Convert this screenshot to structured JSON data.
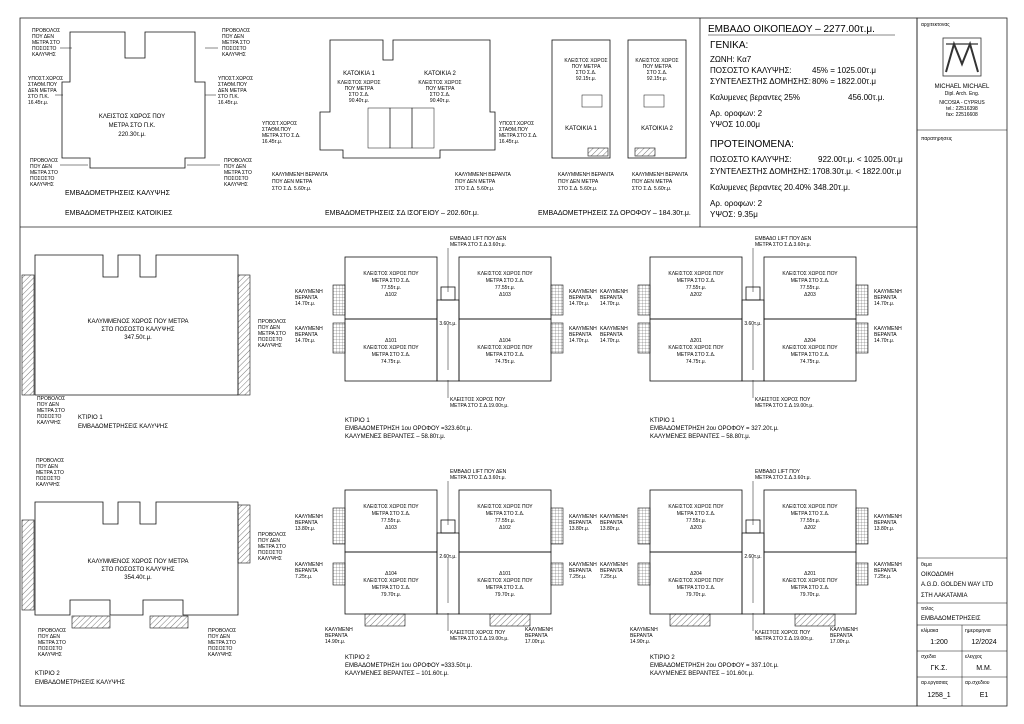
{
  "summary": {
    "plot_area": "ΕΜΒΑΔΟ ΟΙΚΟΠΕΔΟΥ – 2277.00τ.μ.",
    "general_heading": "ΓΕΝΙΚΑ:",
    "zone": "ΖΩΝΗ: Κα7",
    "coverage_label": "ΠΟΣΟΣΤΟ ΚΑΛΥΨΗΣ:",
    "coverage_value": "45% = 1025.00τ.μ",
    "density_label": "ΣΥΝΤΕΛΕΣΤΗΣ ΔΟΜΗΣΗΣ:",
    "density_value": "80% = 1822.00τ.μ",
    "verandas_label": "Καλυμενες βεραντες 25%",
    "verandas_value": "456.00τ.μ.",
    "floors": "Αρ. ορoφων: 2",
    "height": "ΥΨΟΣ 10.00μ",
    "proposed_heading": "ΠΡΟΤΕΙΝΟΜΕΝΑ:",
    "p_coverage_label": "ΠΟΣΟΣΤΟ ΚΑΛΥΨΗΣ:",
    "p_coverage_value": "922.00τ.μ. < 1025.00τ.μ",
    "p_density_label": "ΣΥΝΤΕΛΕΣΤΗΣ ΔΟΜΗΣΗΣ:",
    "p_density_value": "1708.30τ.μ. < 1822.00τ.μ",
    "p_verandas": "Καλυμενες βεραντες 20.40%   348.20τ.μ.",
    "p_floors": "Αρ. ορoφων: 2",
    "p_height": "ΥΨΟΣ: 9.35μ"
  },
  "titleblock": {
    "architect_label": "αρχιτεκτονας",
    "architect_name": "MICHAEL MICHAEL",
    "architect_sub": "Dipl. Arch. Eng.",
    "architect_info1": "NICOSIA - CYPRUS",
    "architect_info2": "tel.: 22516398",
    "architect_info3": "fax: 22516608",
    "notes_label": "παρατηρησεις",
    "project_label": "θεμα",
    "project_line1": "ΟΙΚΟΔΟΜΗ",
    "project_line2": "A.G.D. GOLDEN WAY LTD",
    "project_line3": "ΣΤΗ ΛΑΚΑΤΑΜΙΑ",
    "title_label": "τιτλος",
    "title_value": "ΕΜΒΑΔΟΜΕΤΡΗΣΕΙΣ",
    "scale_label": "κλίμακα",
    "scale_value": "1:200",
    "date_label": "ημερομηνια",
    "date_value": "12/2024",
    "drawn_label": "σχεδια",
    "drawn_value": "ΓΚ.Σ.",
    "checked_label": "ελεγχος",
    "checked_value": "M.M.",
    "job_label": "αρ.εργασιας",
    "job_value": "1258_1",
    "sheet_label": "αρ.σχεδιου",
    "sheet_value": "E1"
  },
  "top": {
    "cov_title": "ΕΜΒΑΔΟΜΕΤΡΗΣΕΙΣ ΚΑΛΥΨΗΣ",
    "houses_title": "ΕΜΒΑΔΟΜΕΤΡΗΣΕΙΣ ΚΑΤΟΙΚΙΕΣ",
    "cov_center": [
      "ΚΛΕΙΣΤΟΣ ΧΩΡΟΣ ΠΟΥ",
      "ΜΕΤΡΑ ΣΤΟ Π.Κ.",
      "220.30τ.μ."
    ],
    "proj_tl": [
      "ΠΡΟΒΟΛΟΣ",
      "ΠΟΥ ΔΕΝ",
      "ΜΕΤΡΑ ΣΤΟ",
      "ΠΟΣΟΣΤΟ",
      "ΚΑΛΥΨΗΣ"
    ],
    "proj_tr": [
      "ΠΡΟΒΟΛΟΣ",
      "ΠΟΥ ΔΕΝ",
      "ΜΕΤΡΑ ΣΤΟ",
      "ΠΟΣΟΣΤΟ",
      "ΚΑΛΥΨΗΣ"
    ],
    "park_l": [
      "ΥΠΟΣΤ.ΧΩΡΟΣ",
      "ΣΤΑΘΜ.ΠΟΥ",
      "ΔΕΝ ΜΕΤΡΑ",
      "ΣΤΟ Π.Κ.",
      "16.45τ.μ."
    ],
    "park_r": [
      "ΥΠΟΣΤ.ΧΩΡΟΣ",
      "ΣΤΑΘΜ.ΠΟΥ",
      "ΔΕΝ ΜΕΤΡΑ",
      "ΣΤΟ Π.Κ.",
      "16.45τ.μ."
    ],
    "proj_bl": [
      "ΠΡΟΒΟΛΟΣ",
      "ΠΟΥ ΔΕΝ",
      "ΜΕΤΡΑ ΣΤΟ",
      "ΠΟΣΟΣΤΟ",
      "ΚΑΛΥΨΗΣ"
    ],
    "proj_br": [
      "ΠΡΟΒΟΛΟΣ",
      "ΠΟΥ ΔΕΝ",
      "ΜΕΤΡΑ ΣΤΟ",
      "ΠΟΣΟΣΤΟ",
      "ΚΑΛΥΨΗΣ"
    ],
    "ground_title": "ΕΜΒΑΔΟΜΕΤΡΗΣΕΙΣ ΣΔ ΙΣΟΓΕΙΟΥ – 202.60τ.μ.",
    "house1": [
      "ΚΑΤΟΙΚΙΑ 1",
      "ΚΛΕΙΣΤΟΣ ΧΩΡΟΣ",
      "ΠΟΥ ΜΕΤΡΑ",
      "ΣΤΟ Σ.Δ.",
      "90.40τ.μ."
    ],
    "house2": [
      "ΚΑΤΟΙΚΙΑ 2",
      "ΚΛΕΙΣΤΟΣ ΧΩΡΟΣ",
      "ΠΟΥ ΜΕΤΡΑ",
      "ΣΤΟ Σ.Δ.",
      "90.40τ.μ."
    ],
    "gpark_l": [
      "ΥΠΟΣΤ.ΧΩΡΟΣ",
      "ΣΤΑΘΜ.ΠΟΥ",
      "ΜΕΤΡΑ ΣΤΟ Σ.Δ.",
      "16.45τ.μ."
    ],
    "gpark_r": [
      "ΥΠΟΣΤ.ΧΩΡΟΣ",
      "ΣΤΑΘΜ.ΠΟΥ",
      "ΜΕΤΡΑ ΣΤΟ Σ.Δ.",
      "16.45τ.μ."
    ],
    "gver_l": [
      "ΚΑΛΥΜΜΕΝΗ ΒΕΡΑΝΤΑ",
      "ΠΟΥ ΔΕΝ ΜΕΤΡΑ",
      "ΣΤΟ Σ.Δ. 5.60τ.μ."
    ],
    "gver_r": [
      "ΚΑΛΥΜΜΕΝΗ ΒΕΡΑΝΤΑ",
      "ΠΟΥ ΔΕΝ ΜΕΤΡΑ",
      "ΣΤΟ Σ.Δ. 5.60τ.μ."
    ],
    "upper_title": "ΕΜΒΑΔΟΜΕΤΡΗΣΕΙΣ ΣΔ ΟΡΟΦΟΥ – 184.30τ.μ.",
    "up1": [
      "ΚΛΕΙΣΤΟΣ ΧΩΡΟΣ",
      "ΠΟΥ ΜΕΤΡΑ",
      "ΣΤΟ Σ.Δ.",
      "92.15τ.μ."
    ],
    "up2": [
      "ΚΛΕΙΣΤΟΣ ΧΩΡΟΣ",
      "ΠΟΥ ΜΕΤΡΑ",
      "ΣΤΟ Σ.Δ.",
      "92.15τ.μ."
    ],
    "up_house1": "ΚΑΤΟΙΚΙΑ 1",
    "up_house2": "ΚΑΤΟΙΚΙΑ 2",
    "uver_l": [
      "ΚΑΛΥΜΜΕΝΗ ΒΕΡΑΝΤΑ",
      "ΠΟΥ ΔΕΝ ΜΕΤΡΑ",
      "ΣΤΟ Σ.Δ. 5.60τ.μ."
    ],
    "uver_r": [
      "ΚΑΛΥΜΜΕΝΗ ΒΕΡΑΝΤΑ",
      "ΠΟΥ ΔΕΝ ΜΕΤΡΑ",
      "ΣΤΟ Σ.Δ. 5.60τ.μ."
    ]
  },
  "b1": {
    "cov_center": [
      "ΚΑΛΥΜΜΕΝΟΣ ΧΩΡΟΣ ΠΟΥ ΜΕΤΡΑ",
      "ΣΤΟ ΠΟΣΟΣΤΟ ΚΑΛΥΨΗΣ",
      "347.50τ.μ."
    ],
    "cov_proj_r": [
      "ΠΡΟΒΟΛΟΣ",
      "ΠΟΥ ΔΕΝ",
      "ΜΕΤΡΑ ΣΤΟ",
      "ΠΟΣΟΣΤΟ",
      "ΚΑΛΥΨΗΣ"
    ],
    "cov_proj_bl": [
      "ΠΡΟΒΟΛΟΣ",
      "ΠΟΥ ΔΕΝ",
      "ΜΕΤΡΑ ΣΤΟ",
      "ΠΟΣΟΣΤΟ",
      "ΚΑΛΥΨΗΣ"
    ],
    "cov_caption": [
      "ΚΤΙΡΙΟ 1",
      "ΕΜΒΑΔΟΜΕΤΡΗΣΕΙΣ ΚΑΛΥΨΗΣ"
    ],
    "f1": {
      "lift": [
        "ΕΜΒΑΔΟ LIFT ΠΟΥ ΔΕΝ",
        "ΜΕΤΡΑ ΣΤΟ Σ.Δ.3.60τ.μ."
      ],
      "tl": [
        "ΚΛΕΙΣΤΟΣ ΧΩΡΟΣ ΠΟΥ",
        "ΜΕΤΡΑ ΣΤΟ Σ.Δ.",
        "77.55τ.μ.",
        "Δ102"
      ],
      "tr": [
        "ΚΛΕΙΣΤΟΣ ΧΩΡΟΣ ΠΟΥ",
        "ΜΕΤΡΑ ΣΤΟ Σ.Δ.",
        "77.55τ.μ.",
        "Δ103"
      ],
      "bl": [
        "Δ101",
        "ΚΛΕΙΣΤΟΣ ΧΩΡΟΣ ΠΟΥ",
        "ΜΕΤΡΑ ΣΤΟ Σ.Δ.",
        "74.75τ.μ."
      ],
      "br": [
        "Δ104",
        "ΚΛΕΙΣΤΟΣ ΧΩΡΟΣ ΠΟΥ",
        "ΜΕΤΡΑ ΣΤΟ Σ.Δ.",
        "74.75τ.μ."
      ],
      "ver_tl": [
        "ΚΑΛΥΜΕΝΗ",
        "ΒΕΡΑΝΤΑ",
        "14.70τ.μ."
      ],
      "ver_bl": [
        "ΚΑΛΥΜΕΝΗ",
        "ΒΕΡΑΝΤΑ",
        "14.70τ.μ."
      ],
      "ver_tr": [
        "ΚΑΛΥΜΕΝΗ",
        "ΒΕΡΑΝΤΑ",
        "14.70τ.μ."
      ],
      "ver_br": [
        "ΚΑΛΥΜΕΝΗ",
        "ΒΕΡΑΝΤΑ",
        "14.70τ.μ."
      ],
      "stair": "3.60τ.μ.",
      "bottom": [
        "ΚΛΕΙΣΤΟΣ ΧΩΡΟΣ ΠΟΥ",
        "ΜΕΤΡΑ ΣΤΟ Σ.Δ.19.00τ.μ."
      ],
      "caption": [
        "ΚΤΙΡΙΟ 1",
        "ΕΜΒΑΔΟΜΕΤΡΗΣΗ 1ου ΟΡΟΦΟΥ =323.60τ.μ.",
        "ΚΑΛΥΜΕΝΕΣ ΒΕΡΑΝΤΕΣ – 58.80τ.μ."
      ]
    },
    "f2": {
      "lift": [
        "ΕΜΒΑΔΟ LIFT ΠΟΥ ΔΕΝ",
        "ΜΕΤΡΑ ΣΤΟ Σ.Δ.3.60τ.μ."
      ],
      "tl": [
        "ΚΛΕΙΣΤΟΣ ΧΩΡΟΣ ΠΟΥ",
        "ΜΕΤΡΑ ΣΤΟ Σ.Δ.",
        "77.55τ.μ.",
        "Δ202"
      ],
      "tr": [
        "ΚΛΕΙΣΤΟΣ ΧΩΡΟΣ ΠΟΥ",
        "ΜΕΤΡΑ ΣΤΟ Σ.Δ.",
        "77.55τ.μ.",
        "Δ203"
      ],
      "bl": [
        "Δ201",
        "ΚΛΕΙΣΤΟΣ ΧΩΡΟΣ ΠΟΥ",
        "ΜΕΤΡΑ ΣΤΟ Σ.Δ.",
        "74.75τ.μ."
      ],
      "br": [
        "Δ204",
        "ΚΛΕΙΣΤΟΣ ΧΩΡΟΣ ΠΟΥ",
        "ΜΕΤΡΑ ΣΤΟ Σ.Δ.",
        "74.75τ.μ."
      ],
      "ver_tl": [
        "ΚΑΛΥΜΕΝΗ",
        "ΒΕΡΑΝΤΑ",
        "14.70τ.μ."
      ],
      "ver_bl": [
        "ΚΑΛΥΜΕΝΗ",
        "ΒΕΡΑΝΤΑ",
        "14.70τ.μ."
      ],
      "ver_tr": [
        "ΚΑΛΥΜΕΝΗ",
        "ΒΕΡΑΝΤΑ",
        "14.70τ.μ."
      ],
      "ver_br": [
        "ΚΑΛΥΜΕΝΗ",
        "ΒΕΡΑΝΤΑ",
        "14.70τ.μ."
      ],
      "stair": "3.60τ.μ.",
      "bottom": [
        "ΚΛΕΙΣΤΟΣ ΧΩΡΟΣ ΠΟΥ",
        "ΜΕΤΡΑ ΣΤΟ Σ.Δ.19.00τ.μ."
      ],
      "caption": [
        "ΚΤΙΡΙΟ 1",
        "ΕΜΒΑΔΟΜΕΤΡΗΣΗ 2ου ΟΡΟΦΟΥ = 327.20τ.μ.",
        "ΚΑΛΥΜΕΝΕΣ ΒΕΡΑΝΤΕΣ – 58.80τ.μ."
      ]
    }
  },
  "b2": {
    "cov_center": [
      "ΚΑΛΥΜΜΕΝΟΣ ΧΩΡΟΣ ΠΟΥ ΜΕΤΡΑ",
      "ΣΤΟ ΠΟΣΟΣΤΟ ΚΑΛΥΨΗΣ",
      "354.40τ.μ."
    ],
    "cov_proj_tl": [
      "ΠΡΟΒΟΛΟΣ",
      "ΠΟΥ ΔΕΝ",
      "ΜΕΤΡΑ ΣΤΟ",
      "ΠΟΣΟΣΤΟ",
      "ΚΑΛΥΨΗΣ"
    ],
    "cov_proj_r": [
      "ΠΡΟΒΟΛΟΣ",
      "ΠΟΥ ΔΕΝ",
      "ΜΕΤΡΑ ΣΤΟ",
      "ΠΟΣΟΣΤΟ",
      "ΚΑΛΥΨΗΣ"
    ],
    "cov_proj_bl": [
      "ΠΡΟΒΟΛΟΣ",
      "ΠΟΥ ΔΕΝ",
      "ΜΕΤΡΑ ΣΤΟ",
      "ΠΟΣΟΣΤΟ",
      "ΚΑΛΥΨΗΣ"
    ],
    "cov_proj_br": [
      "ΠΡΟΒΟΛΟΣ",
      "ΠΟΥ ΔΕΝ",
      "ΜΕΤΡΑ ΣΤΟ",
      "ΠΟΣΟΣΤΟ",
      "ΚΑΛΥΨΗΣ"
    ],
    "cov_caption": [
      "ΚΤΙΡΙΟ 2",
      "ΕΜΒΑΔΟΜΕΤΡΗΣΕΙΣ ΚΑΛΥΨΗΣ"
    ],
    "f1": {
      "lift": [
        "ΕΜΒΑΔΟ LIFT ΠΟΥ ΔΕΝ",
        "ΜΕΤΡΑ ΣΤΟ Σ.Δ.3.60τ.μ."
      ],
      "tl": [
        "ΚΛΕΙΣΤΟΣ ΧΩΡΟΣ ΠΟΥ",
        "ΜΕΤΡΑ ΣΤΟ Σ.Δ.",
        "77.55τ.μ.",
        "Δ103"
      ],
      "tr": [
        "ΚΛΕΙΣΤΟΣ ΧΩΡΟΣ ΠΟΥ",
        "ΜΕΤΡΑ ΣΤΟ Σ.Δ.",
        "77.55τ.μ.",
        "Δ102"
      ],
      "bl": [
        "Δ104",
        "ΚΛΕΙΣΤΟΣ ΧΩΡΟΣ ΠΟΥ",
        "ΜΕΤΡΑ ΣΤΟ Σ.Δ.",
        "79.70τ.μ."
      ],
      "br": [
        "Δ101",
        "ΚΛΕΙΣΤΟΣ ΧΩΡΟΣ ΠΟΥ",
        "ΜΕΤΡΑ ΣΤΟ Σ.Δ.",
        "79.70τ.μ."
      ],
      "ver_tl": [
        "ΚΑΛΥΜΕΝΗ",
        "ΒΕΡΑΝΤΑ",
        "13.80τ.μ."
      ],
      "ver_ml": [
        "ΚΑΛΥΜΕΝΗ",
        "ΒΕΡΑΝΤΑ",
        "7.25τ.μ."
      ],
      "ver_tr": [
        "ΚΑΛΥΜΕΝΗ",
        "ΒΕΡΑΝΤΑ",
        "13.80τ.μ."
      ],
      "ver_mr": [
        "ΚΑΛΥΜΕΝΗ",
        "ΒΕΡΑΝΤΑ",
        "7.25τ.μ."
      ],
      "ver_bl": [
        "ΚΑΛΥΜΕΝΗ",
        "ΒΕΡΑΝΤΑ",
        "14.90τ.μ."
      ],
      "ver_br": [
        "ΚΑΛΥΜΕΝΗ",
        "ΒΕΡΑΝΤΑ",
        "17.00τ.μ."
      ],
      "stair": "2.60τ.μ.",
      "bottom": [
        "ΚΛΕΙΣΤΟΣ ΧΩΡΟΣ ΠΟΥ",
        "ΜΕΤΡΑ ΣΤΟ Σ.Δ.19.00τ.μ."
      ],
      "caption": [
        "ΚΤΙΡΙΟ 2",
        "ΕΜΒΑΔΟΜΕΤΡΗΣΗ 1ου ΟΡΟΦΟΥ =333.50τ.μ.",
        "ΚΑΛΥΜΕΝΕΣ ΒΕΡΑΝΤΕΣ – 101.60τ.μ."
      ]
    },
    "f2": {
      "lift": [
        "ΕΜΒΑΔΟ LIFT ΠΟΥ",
        "ΜΕΤΡΑ ΣΤΟ Σ.Δ.3.60τ.μ."
      ],
      "tl": [
        "ΚΛΕΙΣΤΟΣ ΧΩΡΟΣ ΠΟΥ",
        "ΜΕΤΡΑ ΣΤΟ Σ.Δ.",
        "77.55τ.μ.",
        "Δ203"
      ],
      "tr": [
        "ΚΛΕΙΣΤΟΣ ΧΩΡΟΣ ΠΟΥ",
        "ΜΕΤΡΑ ΣΤΟ Σ.Δ.",
        "77.55τ.μ.",
        "Δ202"
      ],
      "bl": [
        "Δ204",
        "ΚΛΕΙΣΤΟΣ ΧΩΡΟΣ ΠΟΥ",
        "ΜΕΤΡΑ ΣΤΟ Σ.Δ.",
        "79.70τ.μ."
      ],
      "br": [
        "Δ201",
        "ΚΛΕΙΣΤΟΣ ΧΩΡΟΣ ΠΟΥ",
        "ΜΕΤΡΑ ΣΤΟ Σ.Δ.",
        "79.70τ.μ."
      ],
      "ver_tl": [
        "ΚΑΛΥΜΕΝΗ",
        "ΒΕΡΑΝΤΑ",
        "13.80τ.μ."
      ],
      "ver_ml": [
        "ΚΑΛΥΜΕΝΗ",
        "ΒΕΡΑΝΤΑ",
        "7.25τ.μ."
      ],
      "ver_tr": [
        "ΚΑΛΥΜΕΝΗ",
        "ΒΕΡΑΝΤΑ",
        "13.80τ.μ."
      ],
      "ver_mr": [
        "ΚΑΛΥΜΕΝΗ",
        "ΒΕΡΑΝΤΑ",
        "7.25τ.μ."
      ],
      "ver_bl": [
        "ΚΑΛΥΜΕΝΗ",
        "ΒΕΡΑΝΤΑ",
        "14.90τ.μ."
      ],
      "ver_br": [
        "ΚΑΛΥΜΕΝΗ",
        "ΒΕΡΑΝΤΑ",
        "17.00τ.μ."
      ],
      "stair": "2.60τ.μ.",
      "bottom": [
        "ΚΛΕΙΣΤΟΣ ΧΩΡΟΣ ΠΟΥ",
        "ΜΕΤΡΑ ΣΤΟ Σ.Δ.19.00τ.μ."
      ],
      "caption": [
        "ΚΤΙΡΙΟ 2",
        "ΕΜΒΑΔΟΜΕΤΡΗΣΗ 2ου ΟΡΟΦΟΥ = 337.10τ.μ.",
        "ΚΑΛΥΜΕΝΕΣ ΒΕΡΑΝΤΕΣ – 101.60τ.μ."
      ]
    }
  }
}
